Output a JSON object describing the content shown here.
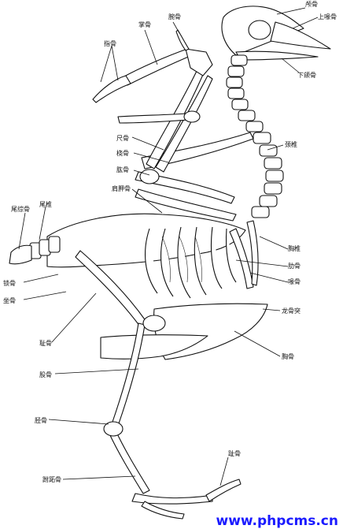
{
  "diagram": {
    "labels": {
      "skull": "颅骨",
      "upper_beak": "上喙骨",
      "lower_jaw": "下颌骨",
      "phalanges": "指骨",
      "metacarpal": "掌骨",
      "carpal": "腕骨",
      "ulna": "尺骨",
      "radius": "桡骨",
      "humerus": "肱骨",
      "neck_vertebrae": "颈椎",
      "scapula": "肩胛骨",
      "pygostyle": "尾综骨",
      "caudal_vertebrae": "尾椎",
      "thoracic_vertebrae": "胸椎",
      "ribs": "肋骨",
      "coracoid": "喙骨",
      "furcula": "锁骨",
      "keel": "龙骨突",
      "sternum": "胸骨",
      "ischium": "坐骨",
      "pubis": "耻骨",
      "femur": "股骨",
      "tibiotarsus": "胫骨",
      "tarsometatarsus": "跗跖骨",
      "toes": "趾骨"
    },
    "watermark": "www.phpcms.cn"
  },
  "colors": {
    "ink": "#111111",
    "watermark": "#1a1aff"
  }
}
